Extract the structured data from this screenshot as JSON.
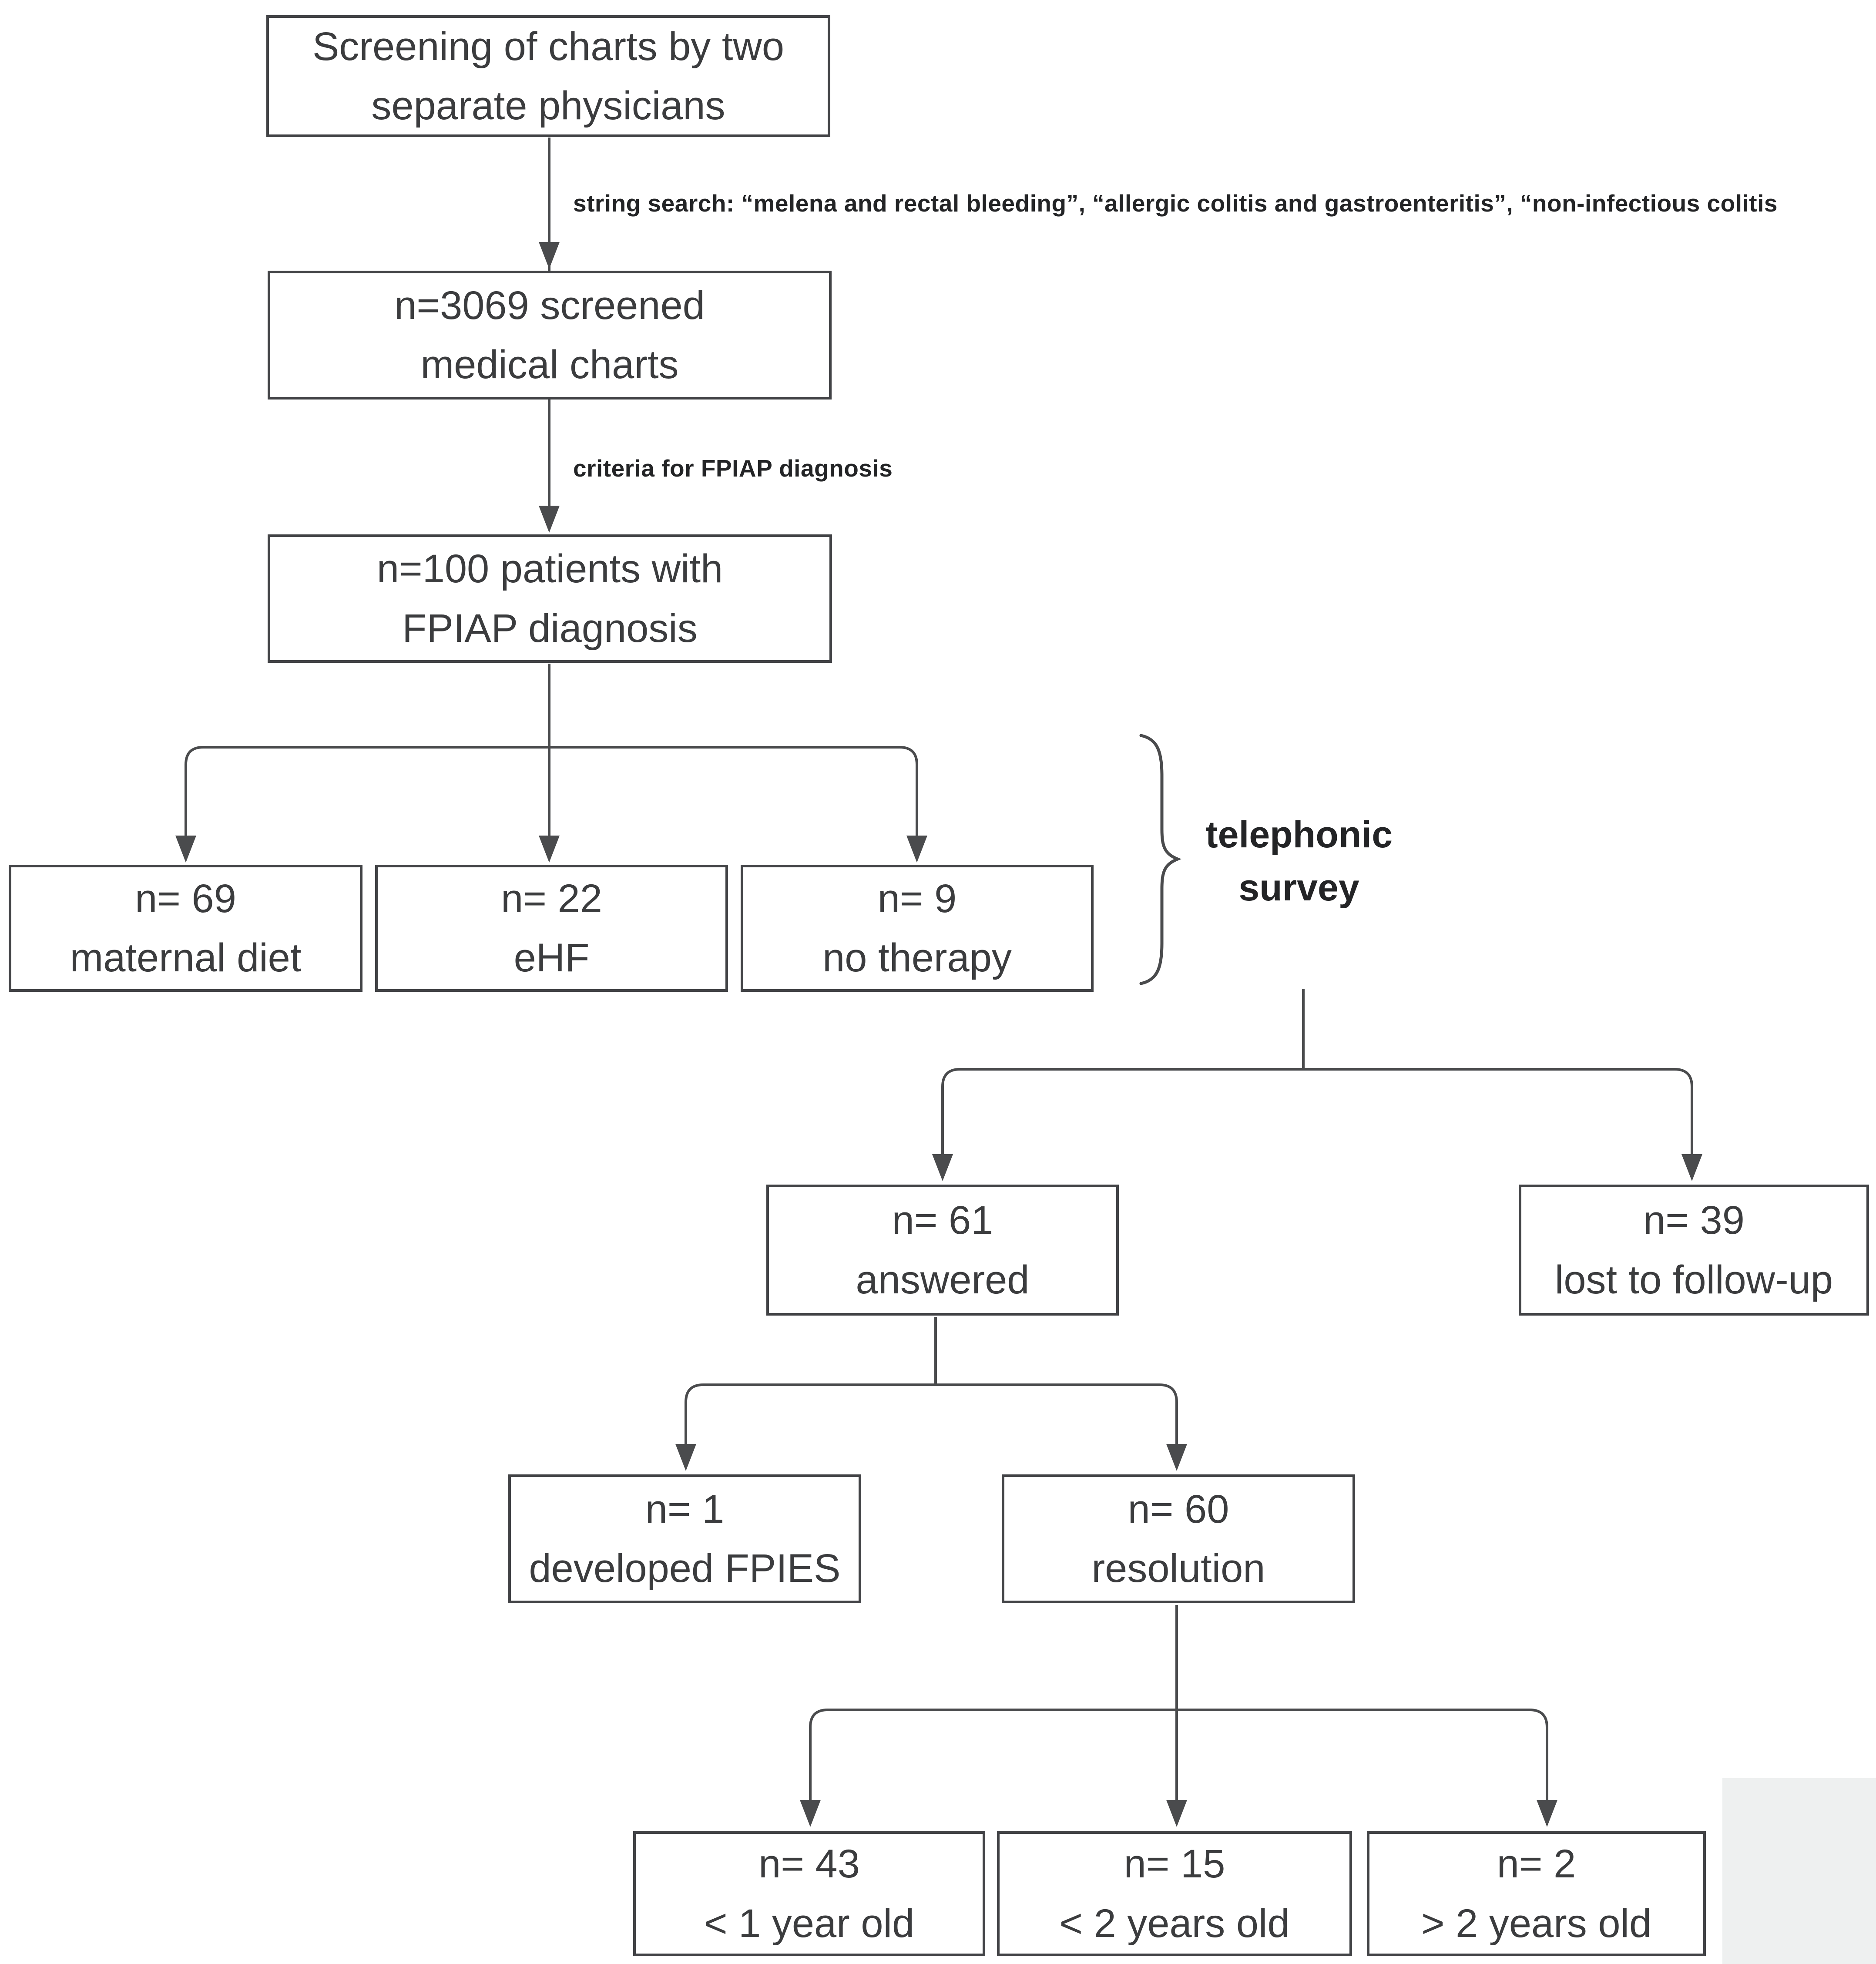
{
  "diagram": {
    "type": "flowchart",
    "title_hint": "Patient screening and telephonic follow-up flow",
    "nodes": {
      "screening": {
        "line1": "Screening of charts by two",
        "line2": "separate physicians"
      },
      "screened_charts": {
        "line1": "n=3069 screened",
        "line2": "medical charts"
      },
      "fpiap": {
        "line1": "n=100 patients with",
        "line2": "FPIAP diagnosis"
      },
      "maternal_diet": {
        "line1": "n= 69",
        "line2": "maternal diet"
      },
      "ehf": {
        "line1": "n= 22",
        "line2": "eHF"
      },
      "no_therapy": {
        "line1": "n= 9",
        "line2": "no therapy"
      },
      "answered": {
        "line1": "n= 61",
        "line2": "answered"
      },
      "lost_follow_up": {
        "line1": "n= 39",
        "line2": "lost to follow-up"
      },
      "fpies": {
        "line1": "n= 1",
        "line2": "developed FPIES"
      },
      "resolution": {
        "line1": "n= 60",
        "line2": "resolution"
      },
      "under_1y": {
        "line1": "n= 43",
        "line2": "< 1 year old"
      },
      "under_2y": {
        "line1": "n= 15",
        "line2": "< 2 years old"
      },
      "over_2y": {
        "line1": "n= 2",
        "line2": "> 2 years old"
      }
    },
    "edge_labels": {
      "string_search": "string search: “melena and rectal bleeding”, “allergic colitis and gastroenteritis”, “non-infectious colitis",
      "criteria": "criteria for FPIAP diagnosis",
      "survey_line1": "telephonic",
      "survey_line2": "survey"
    },
    "colors": {
      "line": "#4a4b4d",
      "box_border": "#424346",
      "box_text": "#3b3c3e",
      "label_text": "#232426",
      "background": "#ffffff",
      "corner_shade": "#eef0f0"
    }
  }
}
